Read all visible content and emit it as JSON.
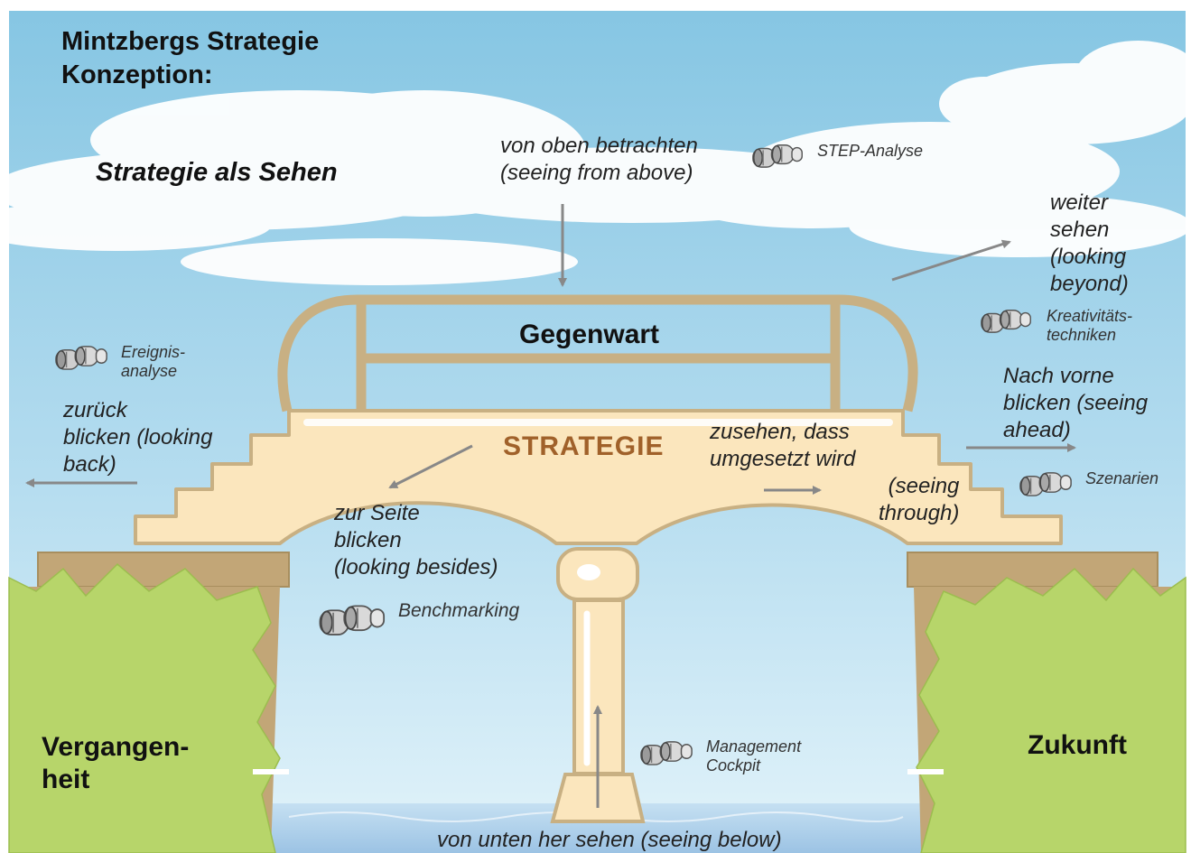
{
  "title": "Mintzbergs Strategie\nKonzeption:",
  "subtitle": "Strategie als Sehen",
  "bridge": {
    "top_label": "Gegenwart",
    "deck_label": "STRATEGIE"
  },
  "banks": {
    "left": "Vergangen-\nheit",
    "right": "Zukunft"
  },
  "views": {
    "above": "von oben  betrachten\n(seeing from above)",
    "beyond": "weiter\nsehen\n(looking\nbeyond)",
    "back": "zurück\nblicken (looking\nback)",
    "ahead": "Nach vorne\nblicken (seeing\nahead)",
    "besides": "zur Seite\nblicken\n(looking besides)",
    "through_a": "zusehen, dass\numgesetzt wird",
    "through_b": "(seeing\nthrough)",
    "below": "von unten her sehen (seeing below)"
  },
  "tools": {
    "step": "STEP-Analyse",
    "kreativ": "Kreativitäts-\ntechniken",
    "ereignis": "Ereignis-\nanalyse",
    "szenarien": "Szenarien",
    "benchmarking": "Benchmarking",
    "cockpit": "Management\nCockpit"
  },
  "icons": [
    "binoculars-icon"
  ],
  "colors": {
    "sky_top": "#86c6e3",
    "sky_bottom": "#d6eef8",
    "bridge_fill": "#fbe6bd",
    "bridge_outline": "#c8b083",
    "grass": "#b7d56a",
    "earth": "#c2a677",
    "water": "#a6cbe8",
    "arrow": "#888888",
    "strategie_text": "#a0612a"
  }
}
